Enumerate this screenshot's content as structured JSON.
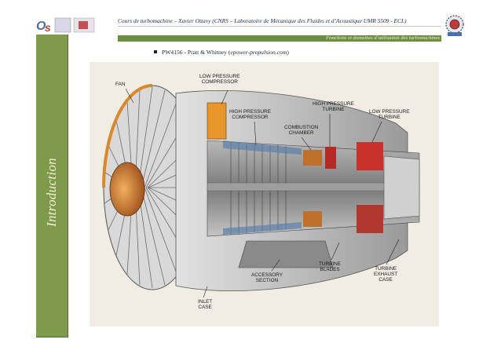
{
  "header": {
    "title": "Cours de turbomachine – Xavier Ottavy (CNRS – Laboratoire de Mécanique des Fluides et d’Acoustique UMR 5509 - ECL)",
    "subtitle": "Fonctions et domaines d’utilisation des turbomachines"
  },
  "sidebar": {
    "label": "Introduction"
  },
  "content": {
    "bullet_text": "PW4156 - Pratt & Whitney (",
    "bullet_link": "epower-propulsion.com",
    "bullet_close": ")"
  },
  "figure": {
    "labels": {
      "fan": "FAN",
      "lpc": [
        "LOW PRESSURE",
        "COMPRESSOR"
      ],
      "hpc": [
        "HIGH PRESSURE",
        "COMPRESSOR"
      ],
      "hpt": [
        "HIGH PRESSURE",
        "TURBINE"
      ],
      "lpt": [
        "LOW PRESSURE",
        "TURBINE"
      ],
      "combustion": [
        "COMBUSTION",
        "CHAMBER"
      ],
      "accessory": [
        "ACCESSORY",
        "SECTION"
      ],
      "turbine_blades": [
        "TURBINE",
        "BLADES"
      ],
      "exhaust": [
        "TURBINE",
        "EXHAUST",
        "CASE"
      ],
      "inlet": [
        "INLET",
        "CASE"
      ]
    }
  },
  "colors": {
    "sidebar": "#7e9a4a",
    "band": "#6a8f3e",
    "sidebar_text": "#f5eed8"
  }
}
